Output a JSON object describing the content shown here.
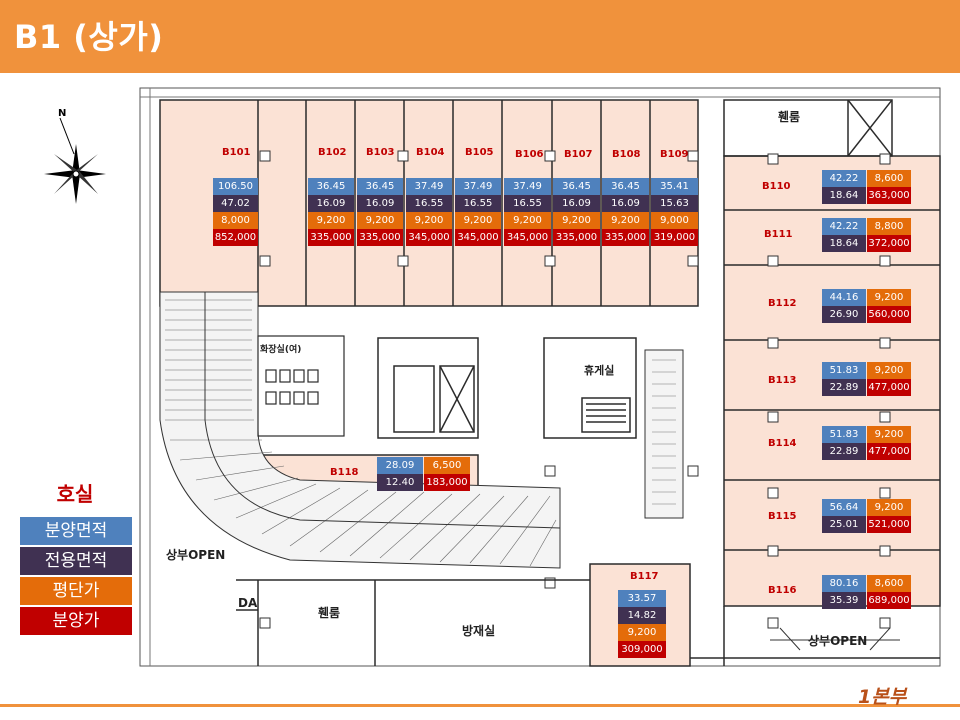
{
  "header": {
    "title": "B1 (상가)"
  },
  "footer": {
    "label": "1본부"
  },
  "compass": {
    "north_label": "N"
  },
  "legend": {
    "title": "호실",
    "items": [
      {
        "label": "분양면적",
        "color": "#4f81bd"
      },
      {
        "label": "전용면적",
        "color": "#403152"
      },
      {
        "label": "평단가",
        "color": "#e46c0a"
      },
      {
        "label": "분양가",
        "color": "#c00000"
      }
    ]
  },
  "rooms": {
    "ramp_top": "휀룸",
    "ramp_bottom": "휀룸",
    "disaster_room": "방재실",
    "lounge": "휴게실",
    "restroom": "화장실(여)",
    "open_left": "상부OPEN",
    "open_right": "상부OPEN",
    "da": "DA"
  },
  "units": [
    {
      "id": "B101",
      "area": "106.50",
      "exclusive": "47.02",
      "unit_price": "8,000",
      "price": "852,000"
    },
    {
      "id": "B102",
      "area": "36.45",
      "exclusive": "16.09",
      "unit_price": "9,200",
      "price": "335,000"
    },
    {
      "id": "B103",
      "area": "36.45",
      "exclusive": "16.09",
      "unit_price": "9,200",
      "price": "335,000"
    },
    {
      "id": "B104",
      "area": "37.49",
      "exclusive": "16.55",
      "unit_price": "9,200",
      "price": "345,000"
    },
    {
      "id": "B105",
      "area": "37.49",
      "exclusive": "16.55",
      "unit_price": "9,200",
      "price": "345,000"
    },
    {
      "id": "B106",
      "area": "37.49",
      "exclusive": "16.55",
      "unit_price": "9,200",
      "price": "345,000"
    },
    {
      "id": "B107",
      "area": "36.45",
      "exclusive": "16.09",
      "unit_price": "9,200",
      "price": "335,000"
    },
    {
      "id": "B108",
      "area": "36.45",
      "exclusive": "16.09",
      "unit_price": "9,200",
      "price": "335,000"
    },
    {
      "id": "B109",
      "area": "35.41",
      "exclusive": "15.63",
      "unit_price": "9,000",
      "price": "319,000"
    },
    {
      "id": "B110",
      "area": "42.22",
      "exclusive": "18.64",
      "unit_price": "8,600",
      "price": "363,000"
    },
    {
      "id": "B111",
      "area": "42.22",
      "exclusive": "18.64",
      "unit_price": "8,800",
      "price": "372,000"
    },
    {
      "id": "B112",
      "area": "44.16",
      "exclusive": "26.90",
      "unit_price": "9,200",
      "price": "560,000"
    },
    {
      "id": "B113",
      "area": "51.83",
      "exclusive": "22.89",
      "unit_price": "9,200",
      "price": "477,000"
    },
    {
      "id": "B114",
      "area": "51.83",
      "exclusive": "22.89",
      "unit_price": "9,200",
      "price": "477,000"
    },
    {
      "id": "B115",
      "area": "56.64",
      "exclusive": "25.01",
      "unit_price": "9,200",
      "price": "521,000"
    },
    {
      "id": "B116",
      "area": "80.16",
      "exclusive": "35.39",
      "unit_price": "8,600",
      "price": "689,000"
    },
    {
      "id": "B117",
      "area": "33.57",
      "exclusive": "14.82",
      "unit_price": "9,200",
      "price": "309,000"
    },
    {
      "id": "B118",
      "area": "28.09",
      "exclusive": "12.40",
      "unit_price": "6,500",
      "price": "183,000"
    }
  ]
}
